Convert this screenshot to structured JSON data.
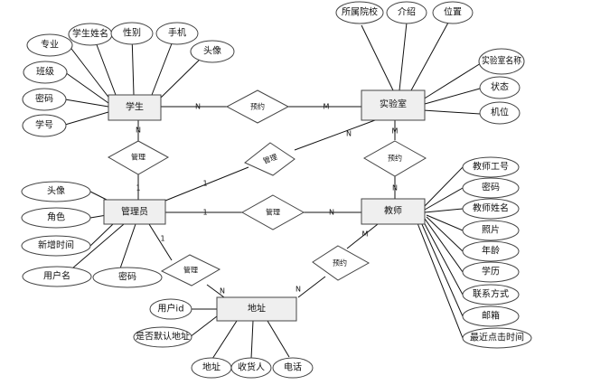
{
  "entities": {
    "student": "学生",
    "lab": "实验室",
    "admin": "管理员",
    "teacher": "教师",
    "address": "地址"
  },
  "relationships": {
    "student_lab": "预约",
    "student_admin": "管理",
    "admin_lab": "管理",
    "teacher_lab": "预约",
    "admin_teacher": "管理",
    "admin_address": "管理",
    "teacher_address": "预约"
  },
  "student_attrs": {
    "major": "专业",
    "student_name": "学生姓名",
    "gender": "性别",
    "phone": "手机",
    "avatar": "头像",
    "class": "班级",
    "password": "密码",
    "student_id": "学号"
  },
  "lab_attrs": {
    "college": "所属院校",
    "intro": "介绍",
    "location": "位置",
    "lab_name": "实验室名称",
    "status": "状态",
    "seat": "机位"
  },
  "admin_attrs": {
    "avatar": "头像",
    "role": "角色",
    "added_time": "新增时间",
    "username": "用户名",
    "password": "密码"
  },
  "teacher_attrs": {
    "teacher_id": "教师工号",
    "password": "密码",
    "teacher_name": "教师姓名",
    "photo": "照片",
    "age": "年龄",
    "education": "学历",
    "contact": "联系方式",
    "email": "邮箱",
    "last_click_time": "最近点击时间"
  },
  "address_attrs": {
    "user_id": "用户id",
    "is_default": "是否默认地址",
    "address": "地址",
    "consignee": "收货人",
    "phone": "电话"
  },
  "cardinalities": {
    "student_lab_n": "N",
    "student_lab_m": "M",
    "student_admin_n": "N",
    "student_admin_1": "1",
    "admin_lab_1": "1",
    "admin_lab_n": "N",
    "teacher_lab_m": "M",
    "teacher_lab_n": "N",
    "admin_teacher_1": "1",
    "admin_teacher_n": "N",
    "admin_address_1": "1",
    "admin_address_n": "N",
    "teacher_address_m": "M",
    "teacher_address_n": "N"
  }
}
